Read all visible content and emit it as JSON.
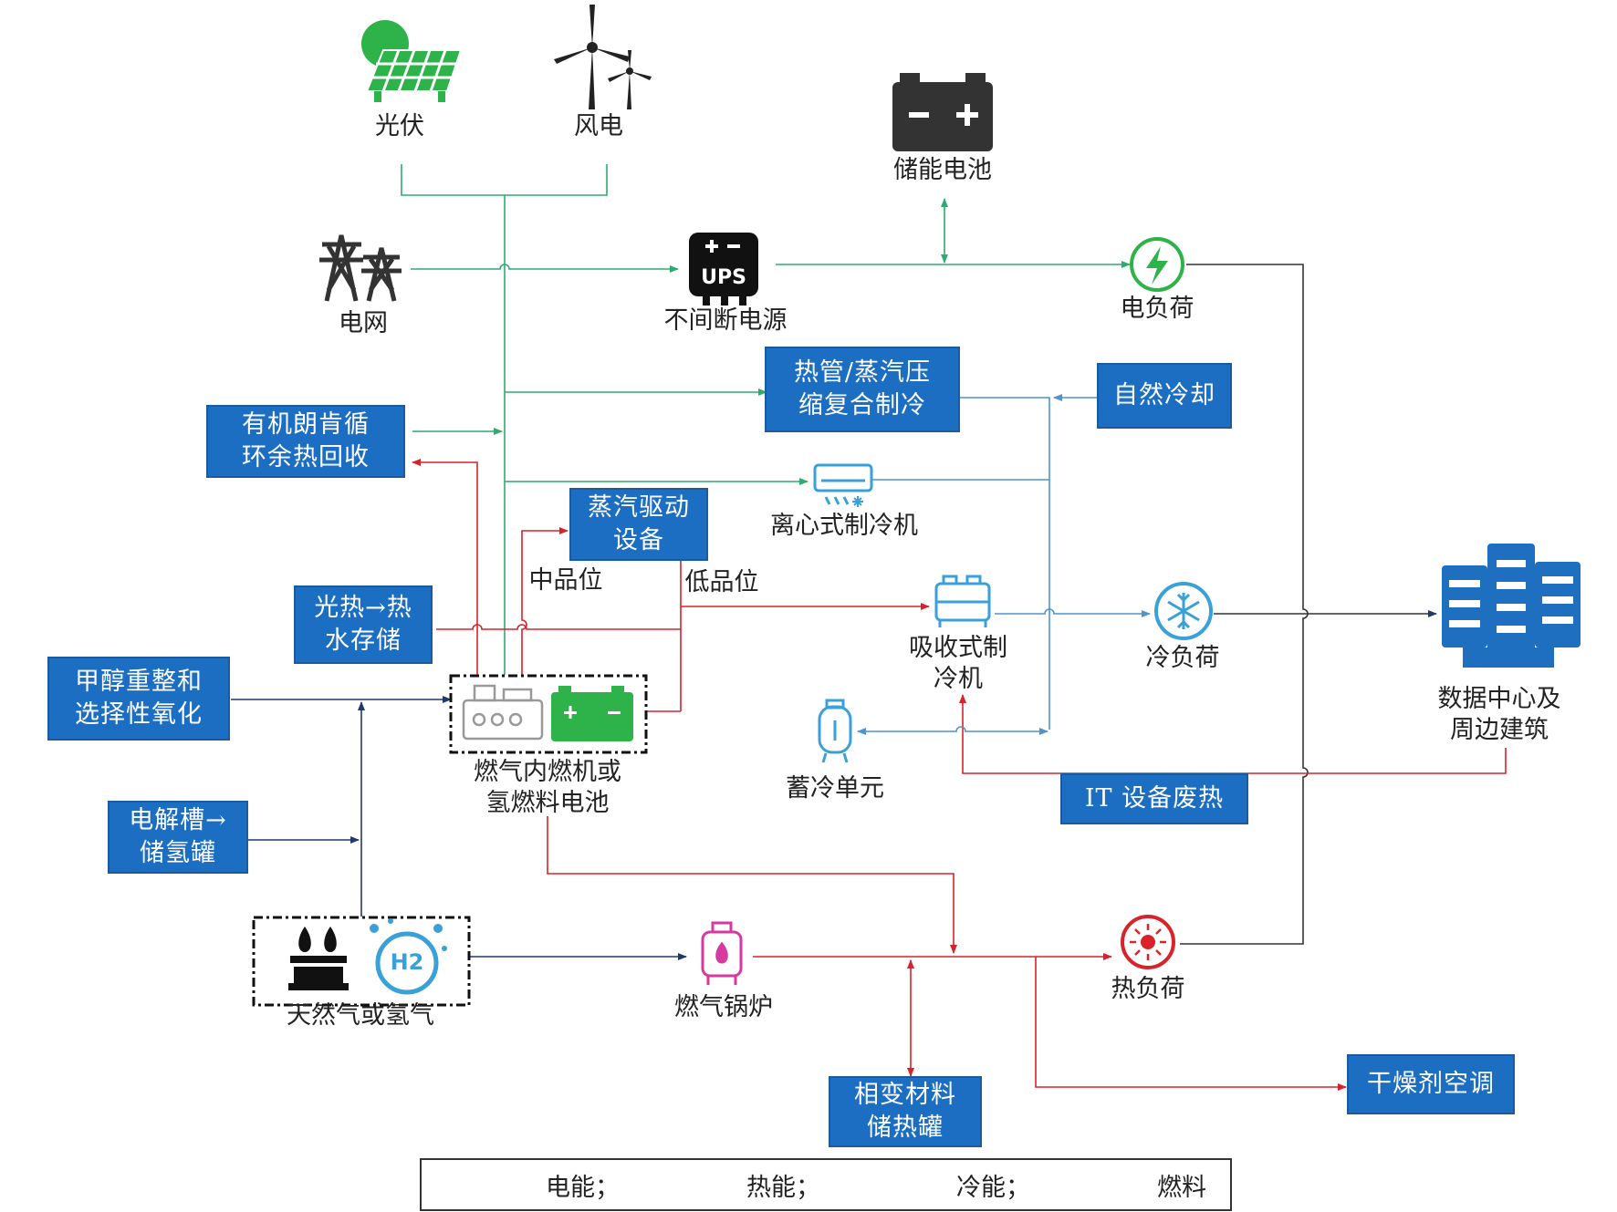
{
  "nodes": {
    "pv": "光伏",
    "wind": "风电",
    "battery": "储能电池",
    "grid": "电网",
    "ups": "不间断电源",
    "elec_load": "电负荷",
    "heatpipe": [
      "热管/蒸汽压",
      "缩复合制冷"
    ],
    "free_cooling": "自然冷却",
    "orc": [
      "有机朗肯循",
      "环余热回收"
    ],
    "centrifugal": "离心式制冷机",
    "steam_drive": [
      "蒸汽驱动",
      "设备"
    ],
    "mid_grade": "中品位",
    "low_grade": "低品位",
    "solar_thermal": [
      "光热→热",
      "水存储"
    ],
    "absorption": [
      "吸收式制",
      "冷机"
    ],
    "cold_load": "冷负荷",
    "datacenter": [
      "数据中心及",
      "周边建筑"
    ],
    "methanol": [
      "甲醇重整和",
      "选择性氧化"
    ],
    "engine": [
      "燃气内燃机或",
      "氢燃料电池"
    ],
    "cold_storage": "蓄冷单元",
    "it_waste_heat": "IT 设备废热",
    "electrolyzer": [
      "电解槽→",
      "储氢罐"
    ],
    "gas": "天然气或氢气",
    "boiler": "燃气锅炉",
    "heat_load": "热负荷",
    "pcm": [
      "相变材料",
      "储热罐"
    ],
    "desiccant": "干燥剂空调",
    "h2_badge": "H2"
  },
  "legend": [
    {
      "label": "电能；",
      "color": "#2eab6e"
    },
    {
      "label": "热能；",
      "color": "#d9232a"
    },
    {
      "label": "冷能；",
      "color": "#4f94cd"
    },
    {
      "label": "燃料",
      "color": "#1f3a68"
    }
  ],
  "colors": {
    "electric": "#2eab6e",
    "thermal": "#d9232a",
    "cold": "#4f94cd",
    "fuel": "#1f3a68",
    "box_fill": "#1b6ec2",
    "datacenter_blue": "#1e6fbf"
  }
}
